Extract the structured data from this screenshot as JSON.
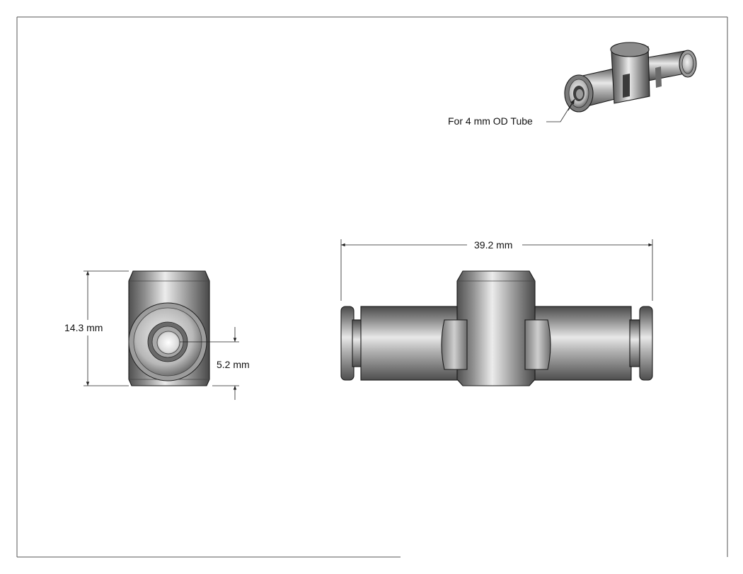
{
  "annotations": {
    "tube_callout": "For 4 mm OD Tube",
    "overall_length": "39.2 mm",
    "height": "14.3 mm",
    "port_diameter": "5.2 mm"
  },
  "colors": {
    "background": "#ffffff",
    "border": "#555555",
    "part_dark": "#555555",
    "part_light": "#e6e6e6",
    "dimension_line": "#222222"
  }
}
